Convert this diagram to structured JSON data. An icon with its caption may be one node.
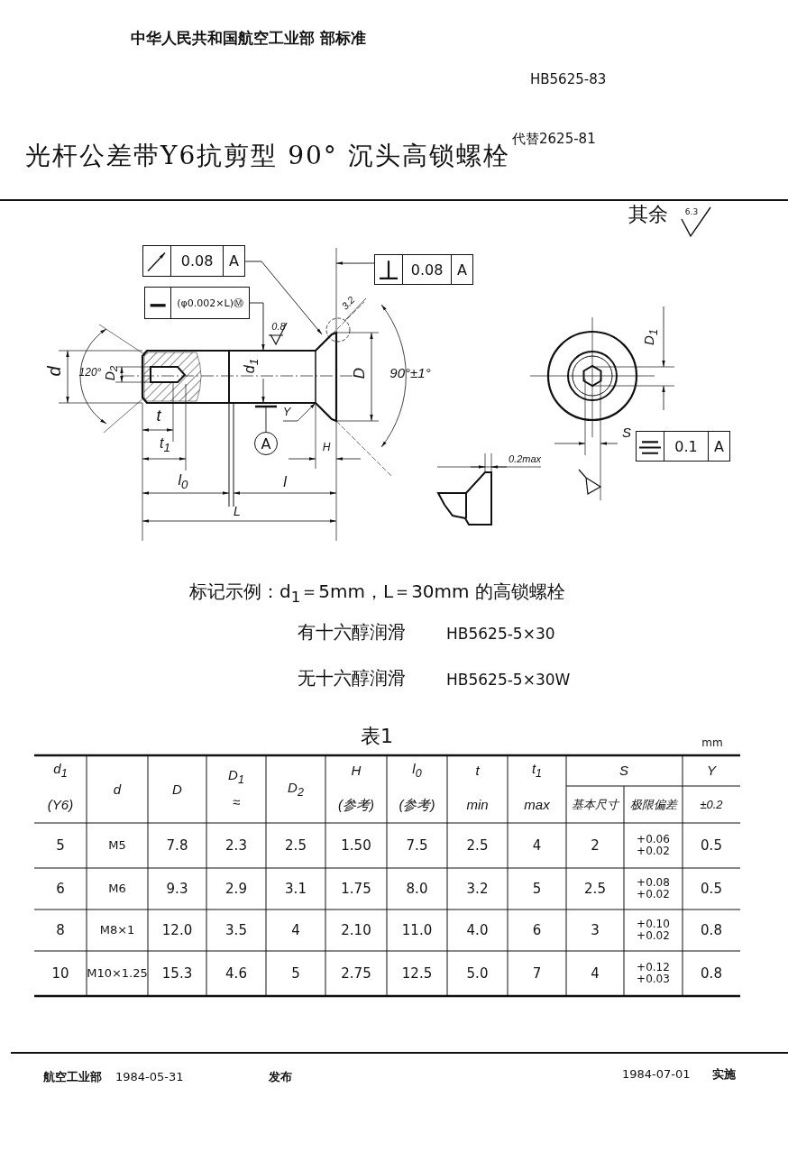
{
  "diagram": {
    "title": "光杆公差带Y6抗剪型 90° 沉头高锁螺栓",
    "nodes": [
      {
        "text": [
          "0.08",
          "A"
        ]
      },
      {
        "text": [
          "(φ0.002×L)Ⓜ"
        ]
      },
      {
        "text": [
          "0.08",
          "A"
        ]
      },
      {
        "text": [
          "0.1",
          "A"
        ]
      },
      {
        "text": [
          "A"
        ]
      },
      {
        "text": [],
        "shape": "picture"
      }
    ],
    "edges": [
      {
        "from": 0,
        "to": 5,
        "arrow": "to"
      },
      {
        "from": 1,
        "to": 5,
        "arrow": "to"
      },
      {
        "from": 2,
        "to": 5,
        "arrow": "to"
      },
      {
        "from": 4,
        "to": 5,
        "arrow": "none"
      }
    ],
    "labels": [
      "中华人民共和国航空工业部 部标准",
      "HB5625-83",
      "代替2625-81",
      "其余",
      "6.3",
      "d",
      "120°",
      "D$_{2}$",
      "d$_{1}$",
      "0.8",
      "3.2",
      "D",
      "90°±1°",
      "t",
      "t$_{1}$",
      "Y",
      "H",
      "l$_{0}$",
      "l",
      "L",
      "D$_{1}$",
      "S",
      "0.2max",
      "标记示例：d$_{1}$＝5mm，L＝30mm 的高锁螺栓",
      "有十六醇润滑",
      "HB5625-5×30",
      "无十六醇润滑",
      "HB5625-5×30W",
      "表1",
      "mm",
      "d$_{1}$",
      "(Y6)",
      "d",
      "D",
      "D$_{1}$",
      "≈",
      "D$_{2}$",
      "H",
      "(参考)",
      "l$_{0}$",
      "(参考)",
      "t",
      "min",
      "t$_{1}$",
      "max",
      "S",
      "基本尺寸",
      "极限偏差",
      "Y",
      "±0.2",
      "5",
      "M5",
      "7.8",
      "2.3",
      "2.5",
      "1.50",
      "7.5",
      "2.5",
      "4",
      "2",
      "+0.06 +0.02",
      "0.5",
      "6",
      "M6",
      "9.3",
      "2.9",
      "3.1",
      "1.75",
      "8.0",
      "3.2",
      "5",
      "2.5",
      "+0.08 +0.02",
      "0.5",
      "8",
      "M8×1",
      "12.0",
      "3.5",
      "4",
      "2.10",
      "11.0",
      "4.0",
      "6",
      "3",
      "+0.10 +0.02",
      "0.8",
      "10",
      "M10×1.25",
      "15.3",
      "4.6",
      "5",
      "2.75",
      "12.5",
      "5.0",
      "7",
      "4",
      "+0.12 +0.03",
      "0.8",
      "航空工业部",
      "1984-05-31",
      "发布",
      "1984-07-01",
      "实施"
    ]
  }
}
